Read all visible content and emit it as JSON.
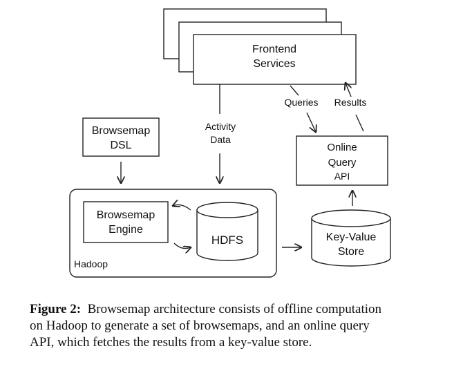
{
  "nodes": {
    "frontend": [
      "Frontend",
      "Services"
    ],
    "dsl": [
      "Browsemap",
      "DSL"
    ],
    "engine": [
      "Browsemap",
      "Engine"
    ],
    "hdfs": "HDFS",
    "hadoop": "Hadoop",
    "api": [
      "Online",
      "Query",
      "API"
    ],
    "kv": [
      "Key-Value",
      "Store"
    ]
  },
  "edges": {
    "activity": [
      "Activity",
      "Data"
    ],
    "queries": "Queries",
    "results": "Results"
  },
  "caption": {
    "label": "Figure 2:",
    "lines": [
      "Browsemap architecture consists of offline computation",
      "on Hadoop to generate a set of browsemaps, and an online query",
      "API, which fetches the results from a key-value store."
    ]
  },
  "colors": {
    "stroke": "#222222",
    "text": "#111111",
    "background": "#ffffff"
  }
}
